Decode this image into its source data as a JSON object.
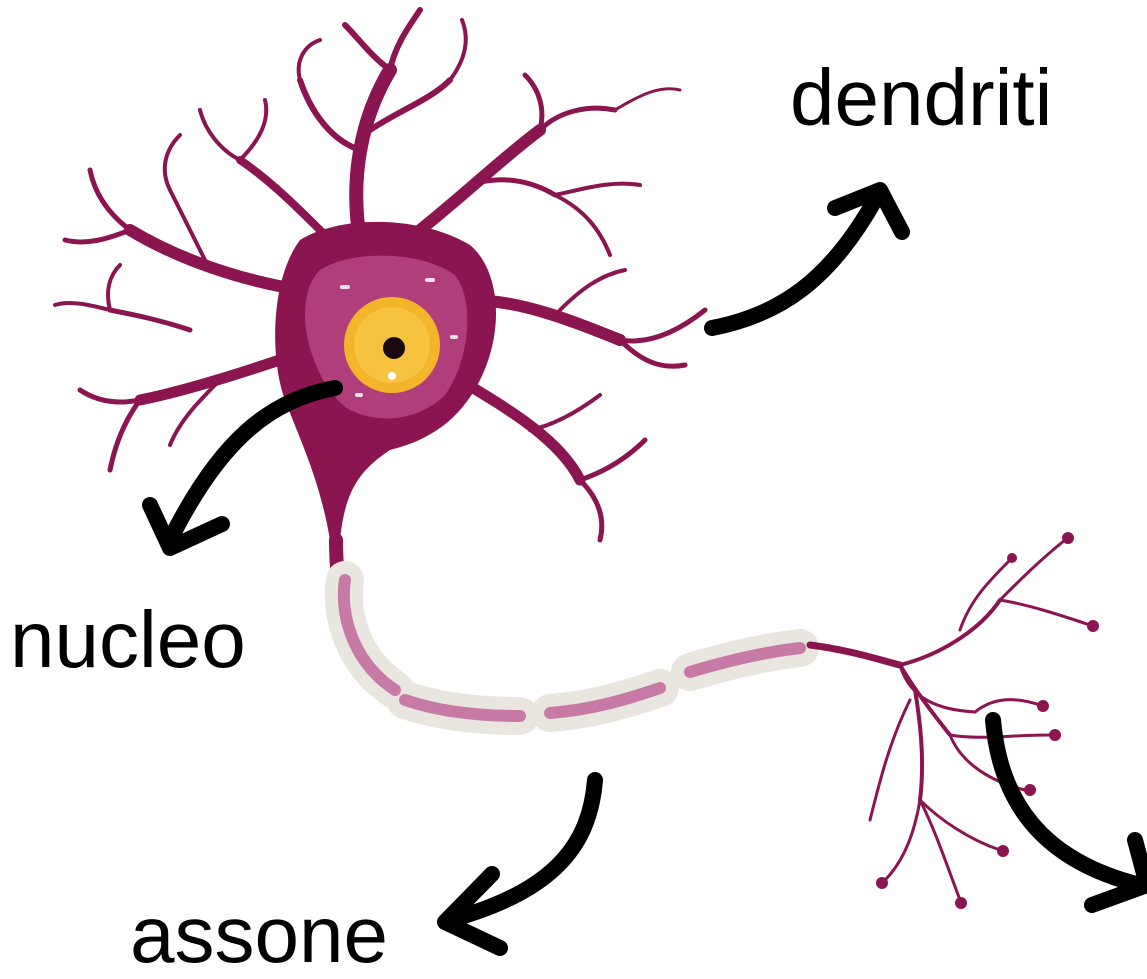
{
  "labels": {
    "dendrites": "dendriti",
    "nucleus": "nucleo",
    "axon": "assone"
  },
  "colors": {
    "neuron": "#8a1550",
    "soma_inner": "#b03e7a",
    "nucleus_fill": "#f3b52a",
    "myelin": "#e8e6de",
    "axon_core": "#c77aa5",
    "arrow": "#000000"
  },
  "icons": {
    "neuron": "neuron-illustration",
    "arrows": "curved-arrow-icon"
  }
}
